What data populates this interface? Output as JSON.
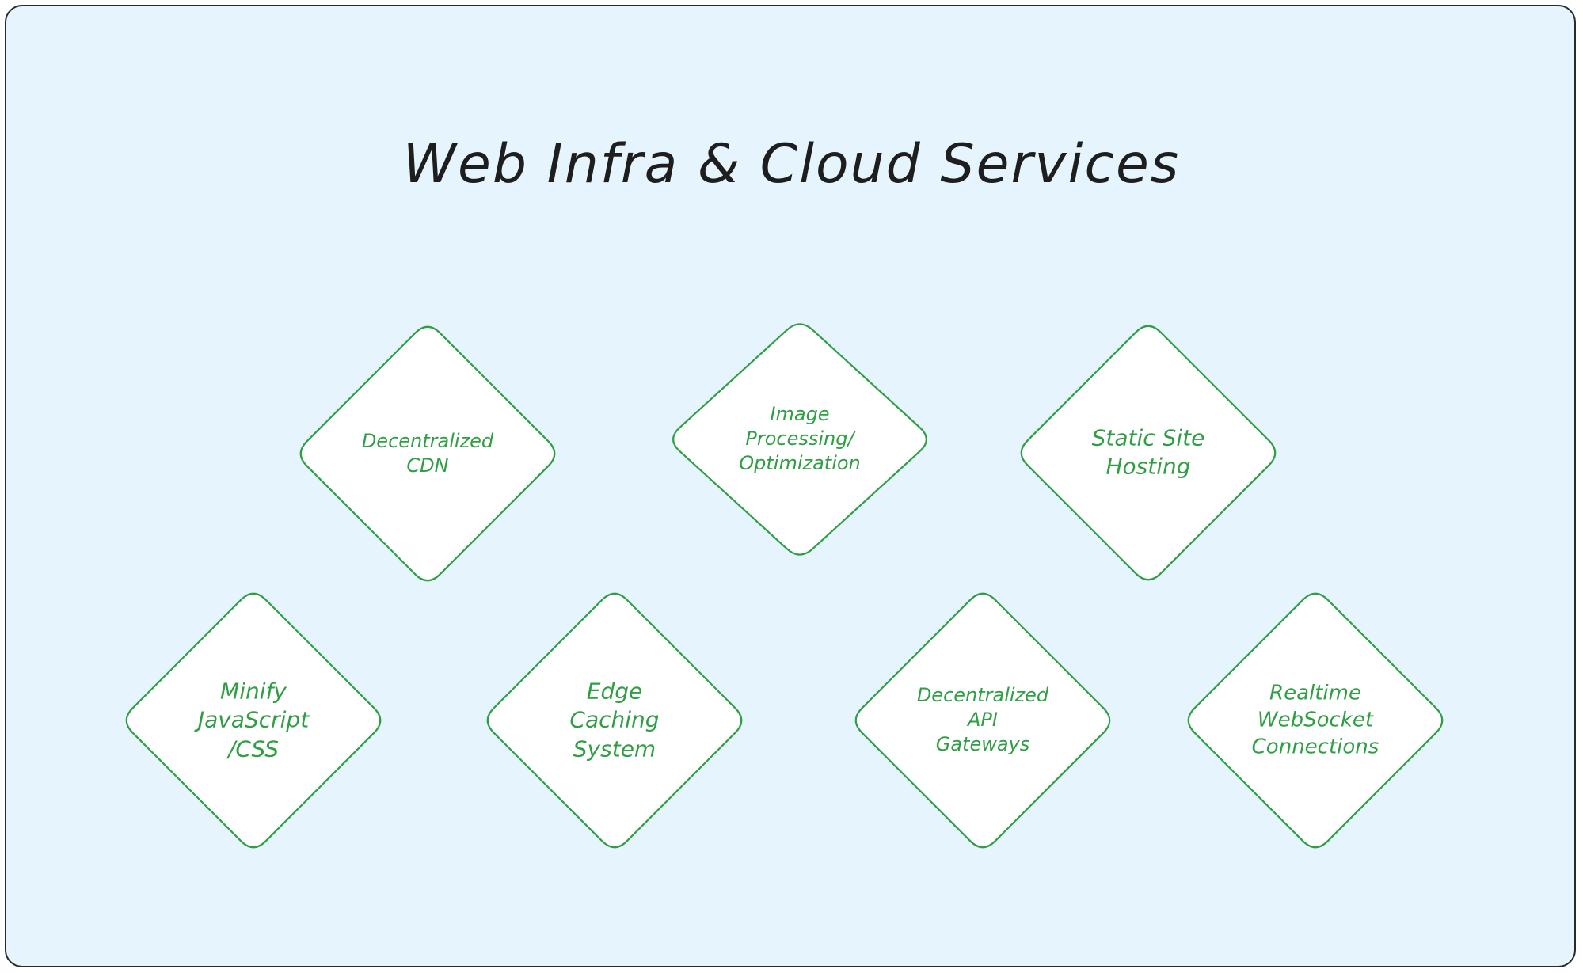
{
  "diagram": {
    "title": "Web Infra & Cloud Services",
    "colors": {
      "background": "#e5f4fd",
      "frame_border": "#2a2a2a",
      "node_fill": "#ffffff",
      "node_stroke": "#2f9e44",
      "node_text": "#2f9e44",
      "title_text": "#1e1e1e"
    },
    "nodes": [
      {
        "id": "decentralized-cdn",
        "shape": "diamond",
        "label": "Decentralized\nCDN"
      },
      {
        "id": "image-processing",
        "shape": "diamond",
        "label": "Image\nProcessing/\nOptimization"
      },
      {
        "id": "static-site-hosting",
        "shape": "diamond",
        "label": "Static Site\nHosting"
      },
      {
        "id": "minify-js-css",
        "shape": "diamond",
        "label": "Minify\nJavaScript\n/CSS"
      },
      {
        "id": "edge-caching",
        "shape": "diamond",
        "label": "Edge\nCaching\nSystem"
      },
      {
        "id": "decentralized-api-gateways",
        "shape": "diamond",
        "label": "Decentralized\nAPI\nGateways"
      },
      {
        "id": "realtime-websocket",
        "shape": "diamond",
        "label": "Realtime\nWebSocket\nConnections"
      }
    ],
    "edges": []
  }
}
